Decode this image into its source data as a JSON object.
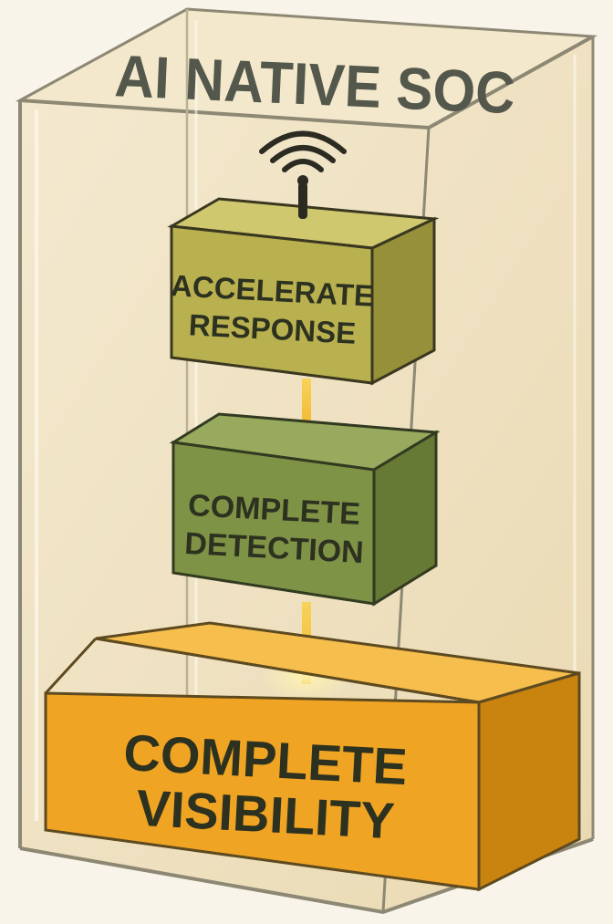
{
  "diagram": {
    "title": "AI NATIVE SOC",
    "layers": [
      {
        "id": "top",
        "lines": [
          "ACCELERATE",
          "RESPONSE"
        ]
      },
      {
        "id": "middle",
        "lines": [
          "COMPLETE",
          "DETECTION"
        ]
      },
      {
        "id": "base",
        "lines": [
          "COMPLETE",
          "VISIBILITY"
        ]
      }
    ],
    "icons": {
      "top_signal": "wireless-signal-icon"
    },
    "colors": {
      "background": "#f8f4ea",
      "glass_fill": "#efe2c2",
      "glass_edge": "#8d8874",
      "top_block_front": "#b9b14f",
      "top_block_top": "#cfc86e",
      "top_block_side": "#96903a",
      "middle_block_front": "#7f9346",
      "middle_block_top": "#98aa5e",
      "middle_block_side": "#667935",
      "base_block_front": "#f0a423",
      "base_block_top": "#f6be4c",
      "base_block_side": "#c9830f",
      "text_dark": "#2d3120",
      "connector": "#f6c94a"
    }
  }
}
